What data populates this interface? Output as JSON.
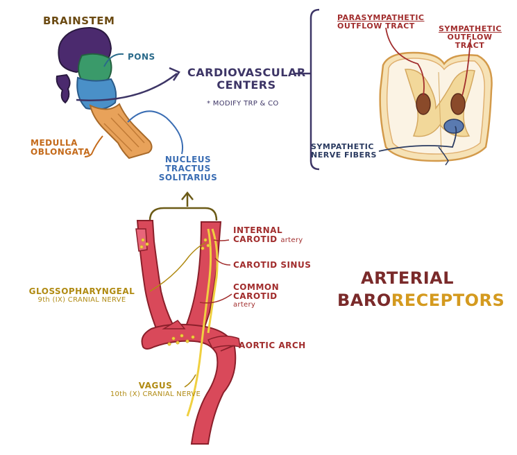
{
  "labels": {
    "brainstem": "BRAINSTEM",
    "pons": "PONS",
    "medulla_line1": "MEDULLA",
    "medulla_line2": "OBLONGATA",
    "cardio_line1": "CARDIOVASCULAR",
    "cardio_line2": "CENTERS",
    "cardio_note": "* MODIFY TRP & CO",
    "nts_line1": "NUCLEUS",
    "nts_line2": "TRACTUS",
    "nts_line3": "SOLITARIUS",
    "para_line1": "PARASYMPATHETIC",
    "para_line2": "OUTFLOW TRACT",
    "symp_line1": "SYMPATHETIC",
    "symp_line2": "OUTFLOW",
    "symp_line3": "TRACT",
    "symp_fibers_line1": "SYMPATHETIC",
    "symp_fibers_line2": "NERVE FIBERS",
    "internal_line1": "INTERNAL",
    "internal_line2": "CAROTID",
    "internal_line2_small": "artery",
    "carotid_sinus": "CAROTID SINUS",
    "common_line1": "COMMON",
    "common_line2": "CAROTID",
    "common_line3": "artery",
    "aortic_arch": "AORTIC ARCH",
    "glosso_line1": "GLOSSOPHARYNGEAL",
    "glosso_line2": "9th (IX) CRANIAL NERVE",
    "vagus_line1": "VAGUS",
    "vagus_line2": "10th (X) CRANIAL NERVE"
  },
  "title": {
    "line1": "ARTERIAL",
    "line2_part1": "BARO",
    "line2_part2": "RECEPTORS"
  },
  "colors": {
    "title_dark": "#7a2a2a",
    "title_accent": "#d49a1f",
    "artery": "#d9495a",
    "nerve": "#f0d040"
  }
}
